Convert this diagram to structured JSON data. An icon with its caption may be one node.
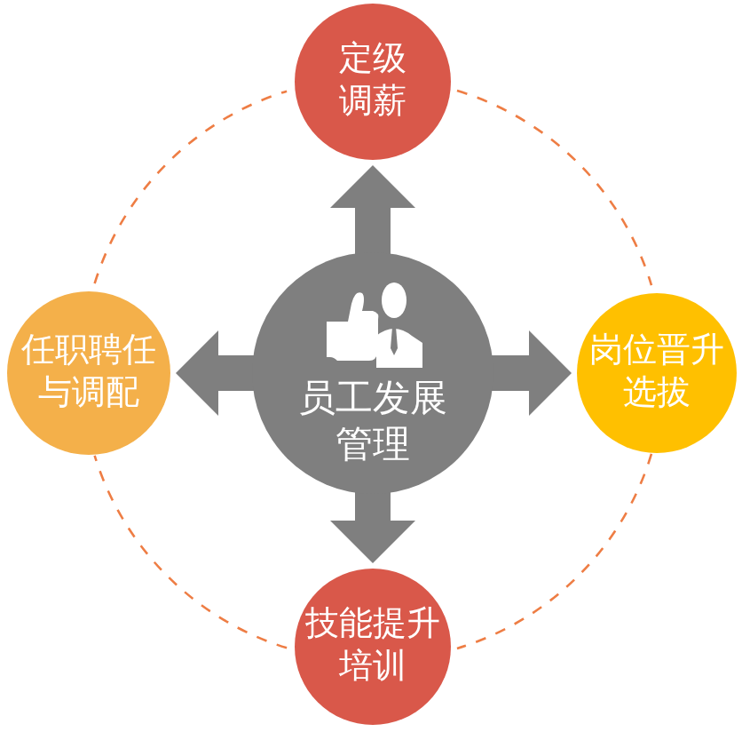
{
  "diagram": {
    "nodes": [
      {
        "text": [
          "定级调薪"
        ]
      },
      {
        "text": [
          "任职聘任与调配"
        ]
      },
      {
        "text": [
          "员工发展管理"
        ]
      },
      {
        "text": [
          "岗位晋升选拔"
        ]
      },
      {
        "text": [
          "技能提升培训"
        ]
      }
    ],
    "edges": [
      {
        "from": 2,
        "to": 0,
        "arrow": "to",
        "style": "thick"
      },
      {
        "from": 2,
        "to": 1,
        "arrow": "to",
        "style": "thick"
      },
      {
        "from": 2,
        "to": 3,
        "arrow": "to",
        "style": "thick"
      },
      {
        "from": 2,
        "to": 4,
        "arrow": "to",
        "style": "thick"
      },
      {
        "from": 0,
        "to": 3,
        "arrow": "none",
        "style": "dashed",
        "color": "#ee7d44"
      },
      {
        "from": 3,
        "to": 4,
        "arrow": "none",
        "style": "dashed",
        "color": "#ee7d44"
      },
      {
        "from": 4,
        "to": 1,
        "arrow": "none",
        "style": "dashed",
        "color": "#ee7d44"
      },
      {
        "from": 1,
        "to": 0,
        "arrow": "none",
        "style": "dashed",
        "color": "#ee7d44"
      }
    ]
  }
}
